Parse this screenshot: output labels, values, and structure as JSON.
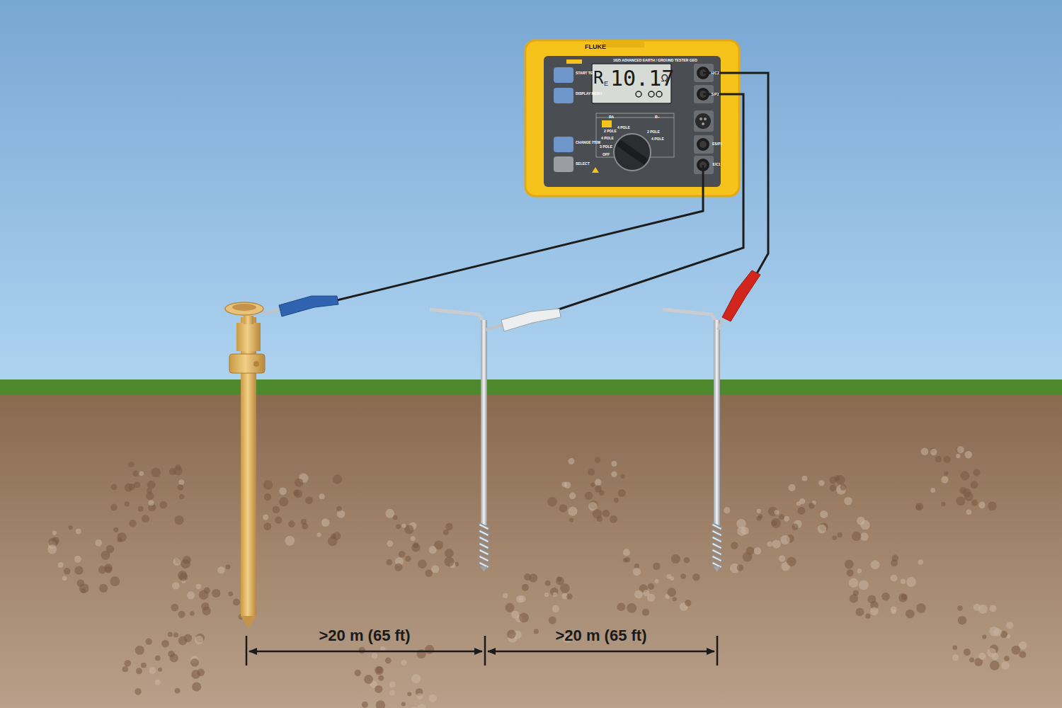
{
  "diagram": {
    "labels": [
      "FLUKE",
      "1625 ADVANCED EARTH / GROUND TESTER GEO",
      "START TEST",
      "DISPLAY MENU",
      "CHANGE ITEM",
      "SELECT",
      "R",
      "E",
      "10.17",
      "Ω",
      "H/C2",
      "S/P2",
      "ES/P1",
      "E/C1",
      "RA",
      "R~",
      "3 POLE",
      "4 POLE",
      "2 POLE",
      "4 POLE",
      "OFF",
      "2 POLE",
      "4 POLE",
      ">20 m (65 ft)",
      ">20 m (65 ft)"
    ]
  }
}
